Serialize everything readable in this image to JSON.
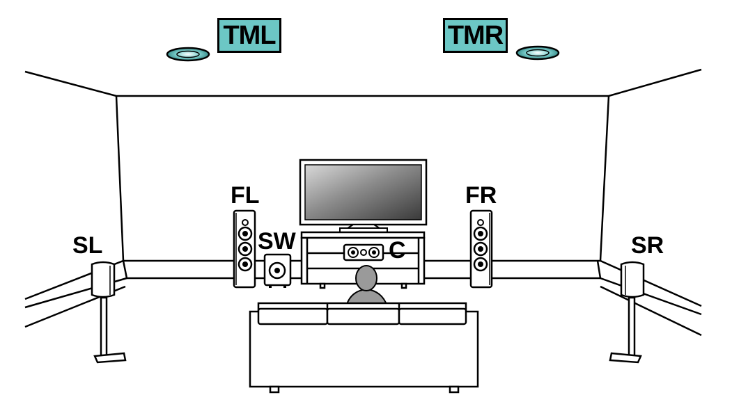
{
  "colors": {
    "label_box": "#6cc7c5",
    "line": "#000000",
    "listener": "#9a9a9a"
  },
  "labels": {
    "tml": "TML",
    "tmr": "TMR",
    "fl": "FL",
    "fr": "FR",
    "sw": "SW",
    "c": "C",
    "sl": "SL",
    "sr": "SR"
  }
}
